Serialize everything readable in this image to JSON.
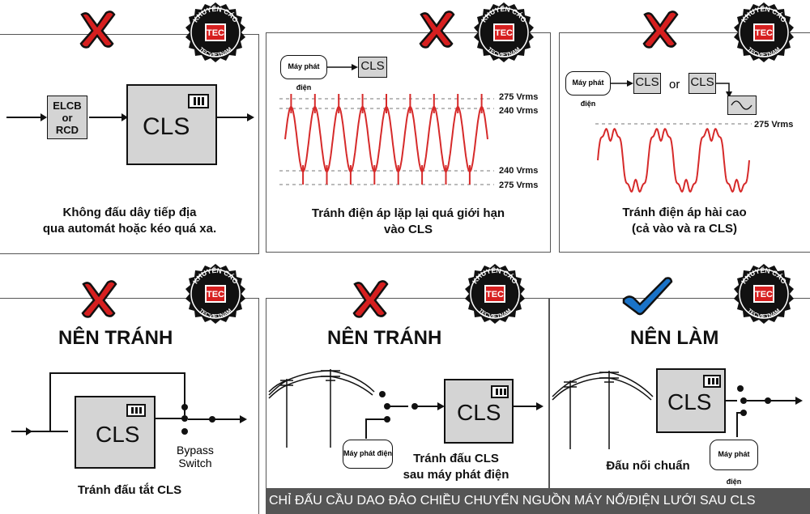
{
  "badge": {
    "top": "KHUYẾN CÁO",
    "logo": "TEC",
    "bottom": "TECVIETNAM"
  },
  "colors": {
    "wave": "#d62a2a",
    "cross": "#d61f1f",
    "check": "#1a73c8",
    "box_fill": "#d4d4d4",
    "bar": "#555555"
  },
  "panel1": {
    "elcb_lines": [
      "ELCB",
      "or",
      "RCD"
    ],
    "cls": "CLS",
    "caption_lines": [
      "Không đấu dây tiếp địa",
      "qua automát hoặc kéo quá xa."
    ]
  },
  "panel2": {
    "generator": "Máy phát điện",
    "cls": "CLS",
    "v_top": "275 Vrms",
    "v_top2": "240 Vrms",
    "v_bot1": "240 Vrms",
    "v_bot2": "275 Vrms",
    "caption_lines": [
      "Tránh điện áp lặp lại quá giới hạn",
      "vào CLS"
    ]
  },
  "panel3": {
    "generator": "Máy phát điện",
    "cls1": "CLS",
    "or": "or",
    "cls2": "CLS",
    "v_label": "275 Vrms",
    "caption_lines": [
      "Tránh điện áp hài cao",
      "(cả vào và ra CLS)"
    ]
  },
  "panel4": {
    "heading": "NÊN TRÁNH",
    "cls": "CLS",
    "bypass_lines": [
      "Bypass",
      "Switch"
    ],
    "caption": "Tránh đấu tắt CLS"
  },
  "panel5": {
    "heading": "NÊN TRÁNH",
    "cls": "CLS",
    "generator": "Máy phát điện",
    "caption_lines": [
      "Tránh đấu CLS",
      "sau máy phát điện"
    ]
  },
  "panel6": {
    "heading": "NÊN LÀM",
    "cls": "CLS",
    "generator": "Máy phát điện",
    "caption": "Đấu nối chuẩn"
  },
  "bottom_bar": "CHỈ ĐẤU CẦU DAO ĐẢO CHIỀU CHUYỂN NGUỒN MÁY NỔ/ĐIỆN LƯỚI  SAU CLS"
}
